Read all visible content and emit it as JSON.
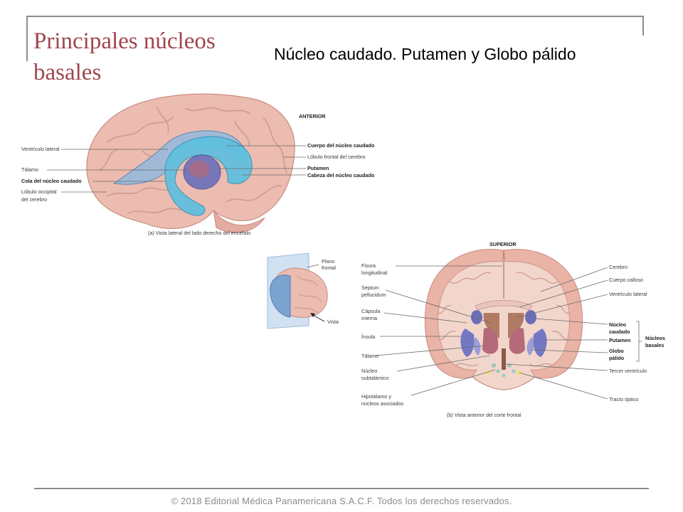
{
  "slide": {
    "title": "Principales núcleos basales",
    "subtitle": "Núcleo caudado. Putamen y Globo pálido",
    "footer": "© 2018 Editorial Médica Panamericana S.A.C.F. Todos los derechos reservados."
  },
  "figure_a": {
    "orientation": "ANTERIOR",
    "caption": "(a) Vista lateral del lado derecho del encéfalo",
    "labels_left": {
      "ventriculo_lateral": "Ventrículo lateral",
      "talamo": "Tálamo",
      "cola_nucleo_caudado": "Cola del núcleo caudado",
      "lobulo_occipital_1": "Lóbulo occipital",
      "lobulo_occipital_2": "del cerebro"
    },
    "labels_right": {
      "cuerpo_nucleo_caudado": "Cuerpo del núcleo caudado",
      "lobulo_frontal": "Lóbulo frontal del cerebro",
      "putamen": "Putamen",
      "cabeza_nucleo_caudado": "Cabeza del núcleo caudado"
    }
  },
  "figure_b": {
    "orientation": "SUPERIOR",
    "caption": "(b) Vista anterior del corte frontal",
    "inset": {
      "plano_1": "Plano",
      "plano_2": "frontal",
      "vista": "Vista"
    },
    "labels_left": {
      "fisura_1": "Fisura",
      "fisura_2": "longitudinal",
      "septum_1": "Septum",
      "septum_2": "pellucidum",
      "capsula_1": "Cápsula",
      "capsula_2": "interna",
      "insula": "Ínsula",
      "talamo": "Tálamo",
      "subtalamico_1": "Núcleo",
      "subtalamico_2": "subtalámico",
      "hipotalamo_1": "Hipotálamo y",
      "hipotalamo_2": "núcleos asociados"
    },
    "labels_right": {
      "cerebro": "Cerebro",
      "cuerpo_calloso": "Cuerpo calloso",
      "ventriculo_lateral": "Ventrículo lateral",
      "nucleo_caudado_1": "Núcleo",
      "nucleo_caudado_2": "caudado",
      "putamen": "Putamen",
      "globo_palido_1": "Globo",
      "globo_palido_2": "pálido",
      "nucleos_basales_1": "Núcleos",
      "nucleos_basales_2": "basales",
      "tercer_ventriculo": "Tercer ventrículo",
      "tracto_optico": "Tracto óptico"
    }
  },
  "colors": {
    "title": "#a0464c",
    "brain_pink": "#ecbcb0",
    "caudate_blue": "#5ec0df",
    "putamen_purple": "#6b6fb9",
    "thalamus_red": "#b46a78",
    "rule_gray": "#8c8c8c"
  }
}
